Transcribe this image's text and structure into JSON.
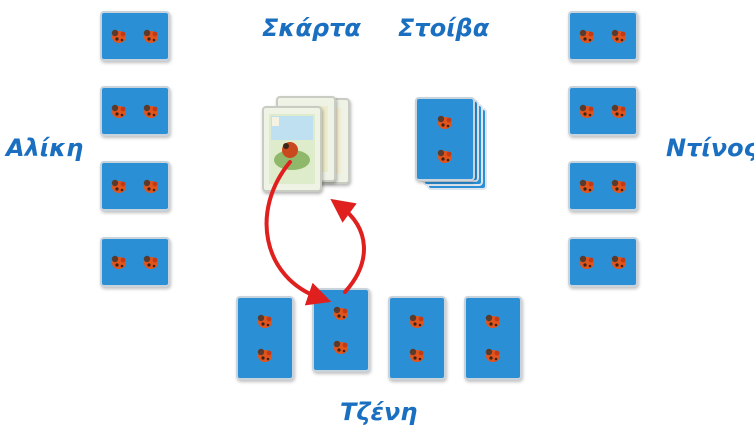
{
  "players": {
    "left": "Αλίκη",
    "right": "Ντίνος",
    "bottom": "Τζένη"
  },
  "piles": {
    "discard": "Σκάρτα",
    "stock": "Στοίβα"
  },
  "colors": {
    "card_back": "#2b8fd6",
    "label": "#1a6fc0",
    "arrow": "#e0201e"
  }
}
